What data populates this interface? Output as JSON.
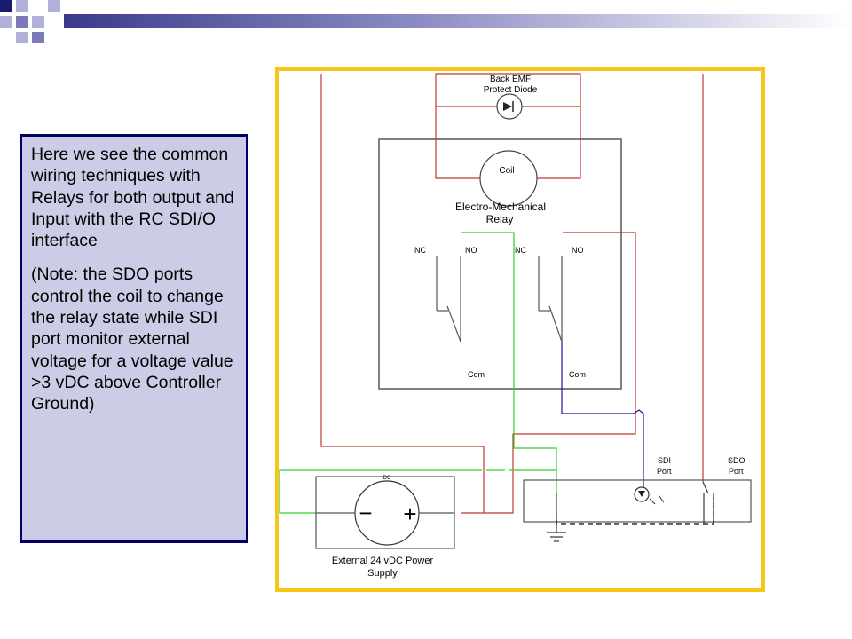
{
  "note": {
    "paragraph1": "Here we see the common wiring techniques with Relays for both output and Input with the RC SDI/O interface",
    "paragraph2": "(Note: the SDO ports control the coil to change the relay state while SDI port monitor external voltage for a voltage value >3 vDC above Controller Ground)"
  },
  "diagram": {
    "diode_label_1": "Back EMF",
    "diode_label_2": "Protect Diode",
    "coil_label": "Coil",
    "relay_label_1": "Electro-Mechanical",
    "relay_label_2": "Relay",
    "nc_left": "NC",
    "no_left": "NO",
    "nc_right": "NC",
    "no_right": "NO",
    "com_left": "Com",
    "com_right": "Com",
    "sdi_label_1": "SDI",
    "sdi_label_2": "Port",
    "sdo_label_1": "SDO",
    "sdo_label_2": "Port",
    "dc_label": "DC",
    "minus_sign": "−",
    "plus_sign": "+",
    "supply_label_1": "External 24 vDC Power",
    "supply_label_2": "Supply"
  },
  "colors": {
    "frame": "#f5c518",
    "red_wire": "#c0392b",
    "green_wire": "#33cc33",
    "blue_wire": "#1a1aa0",
    "note_bg": "#cccce6",
    "note_border": "#000066"
  }
}
